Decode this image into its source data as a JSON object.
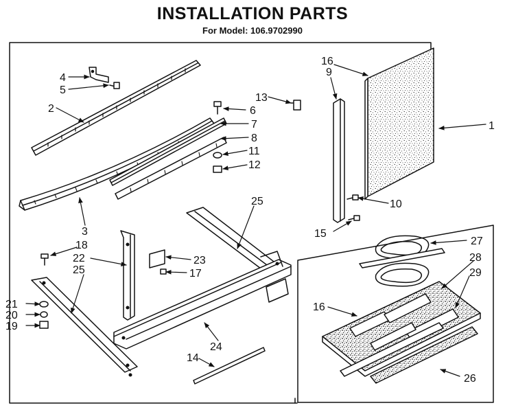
{
  "header": {
    "title": "INSTALLATION PARTS",
    "model_line": "For Model: 106.9702990"
  },
  "callouts": {
    "c1": "1",
    "c2": "2",
    "c3": "3",
    "c4": "4",
    "c5": "5",
    "c6": "6",
    "c7": "7",
    "c8": "8",
    "c9": "9",
    "c10": "10",
    "c11": "11",
    "c12": "12",
    "c13": "13",
    "c14": "14",
    "c15": "15",
    "c16a": "16",
    "c16b": "16",
    "c17": "17",
    "c18": "18",
    "c19": "19",
    "c20": "20",
    "c21": "21",
    "c22": "22",
    "c23": "23",
    "c24": "24",
    "c25a": "25",
    "c25b": "25",
    "c26": "26",
    "c27": "27",
    "c28": "28",
    "c29": "29"
  },
  "colors": {
    "ink": "#111111",
    "paper": "#ffffff"
  }
}
